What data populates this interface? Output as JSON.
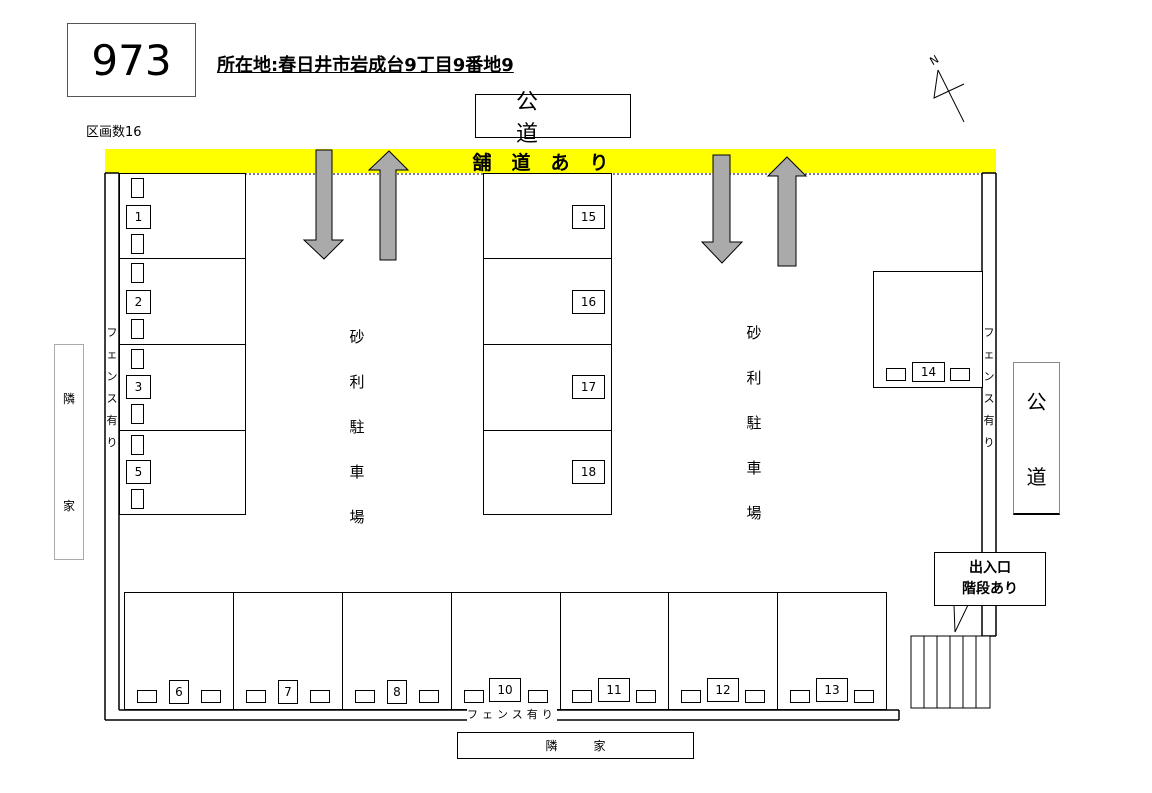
{
  "header": {
    "lot_number": "973",
    "address": "所在地:春日井市岩成台9丁目9番地9",
    "lot_count": "区画数16"
  },
  "roads": {
    "top": "公道",
    "right_top": "公",
    "right_bottom": "道",
    "paved": "舗道あり"
  },
  "neighbors": {
    "left_top": "隣",
    "left_bottom": "家",
    "bottom": "隣　　　家"
  },
  "fences": {
    "left": "フ\nェ\nン\nス\n有\nり",
    "right": "フ\nェ\nン\nス\n有\nり",
    "bottom": "フェンス有り"
  },
  "gravel_label": "砂\n利\n駐\n車\n場",
  "entrance": {
    "line1": "出入口",
    "line2": "階段あり"
  },
  "compass": "N",
  "spaces": {
    "left_column": [
      "1",
      "2",
      "3",
      "5"
    ],
    "middle_column": [
      "15",
      "16",
      "17",
      "18"
    ],
    "right_single": "14",
    "bottom_row": [
      "6",
      "7",
      "8",
      "10",
      "11",
      "12",
      "13"
    ]
  }
}
